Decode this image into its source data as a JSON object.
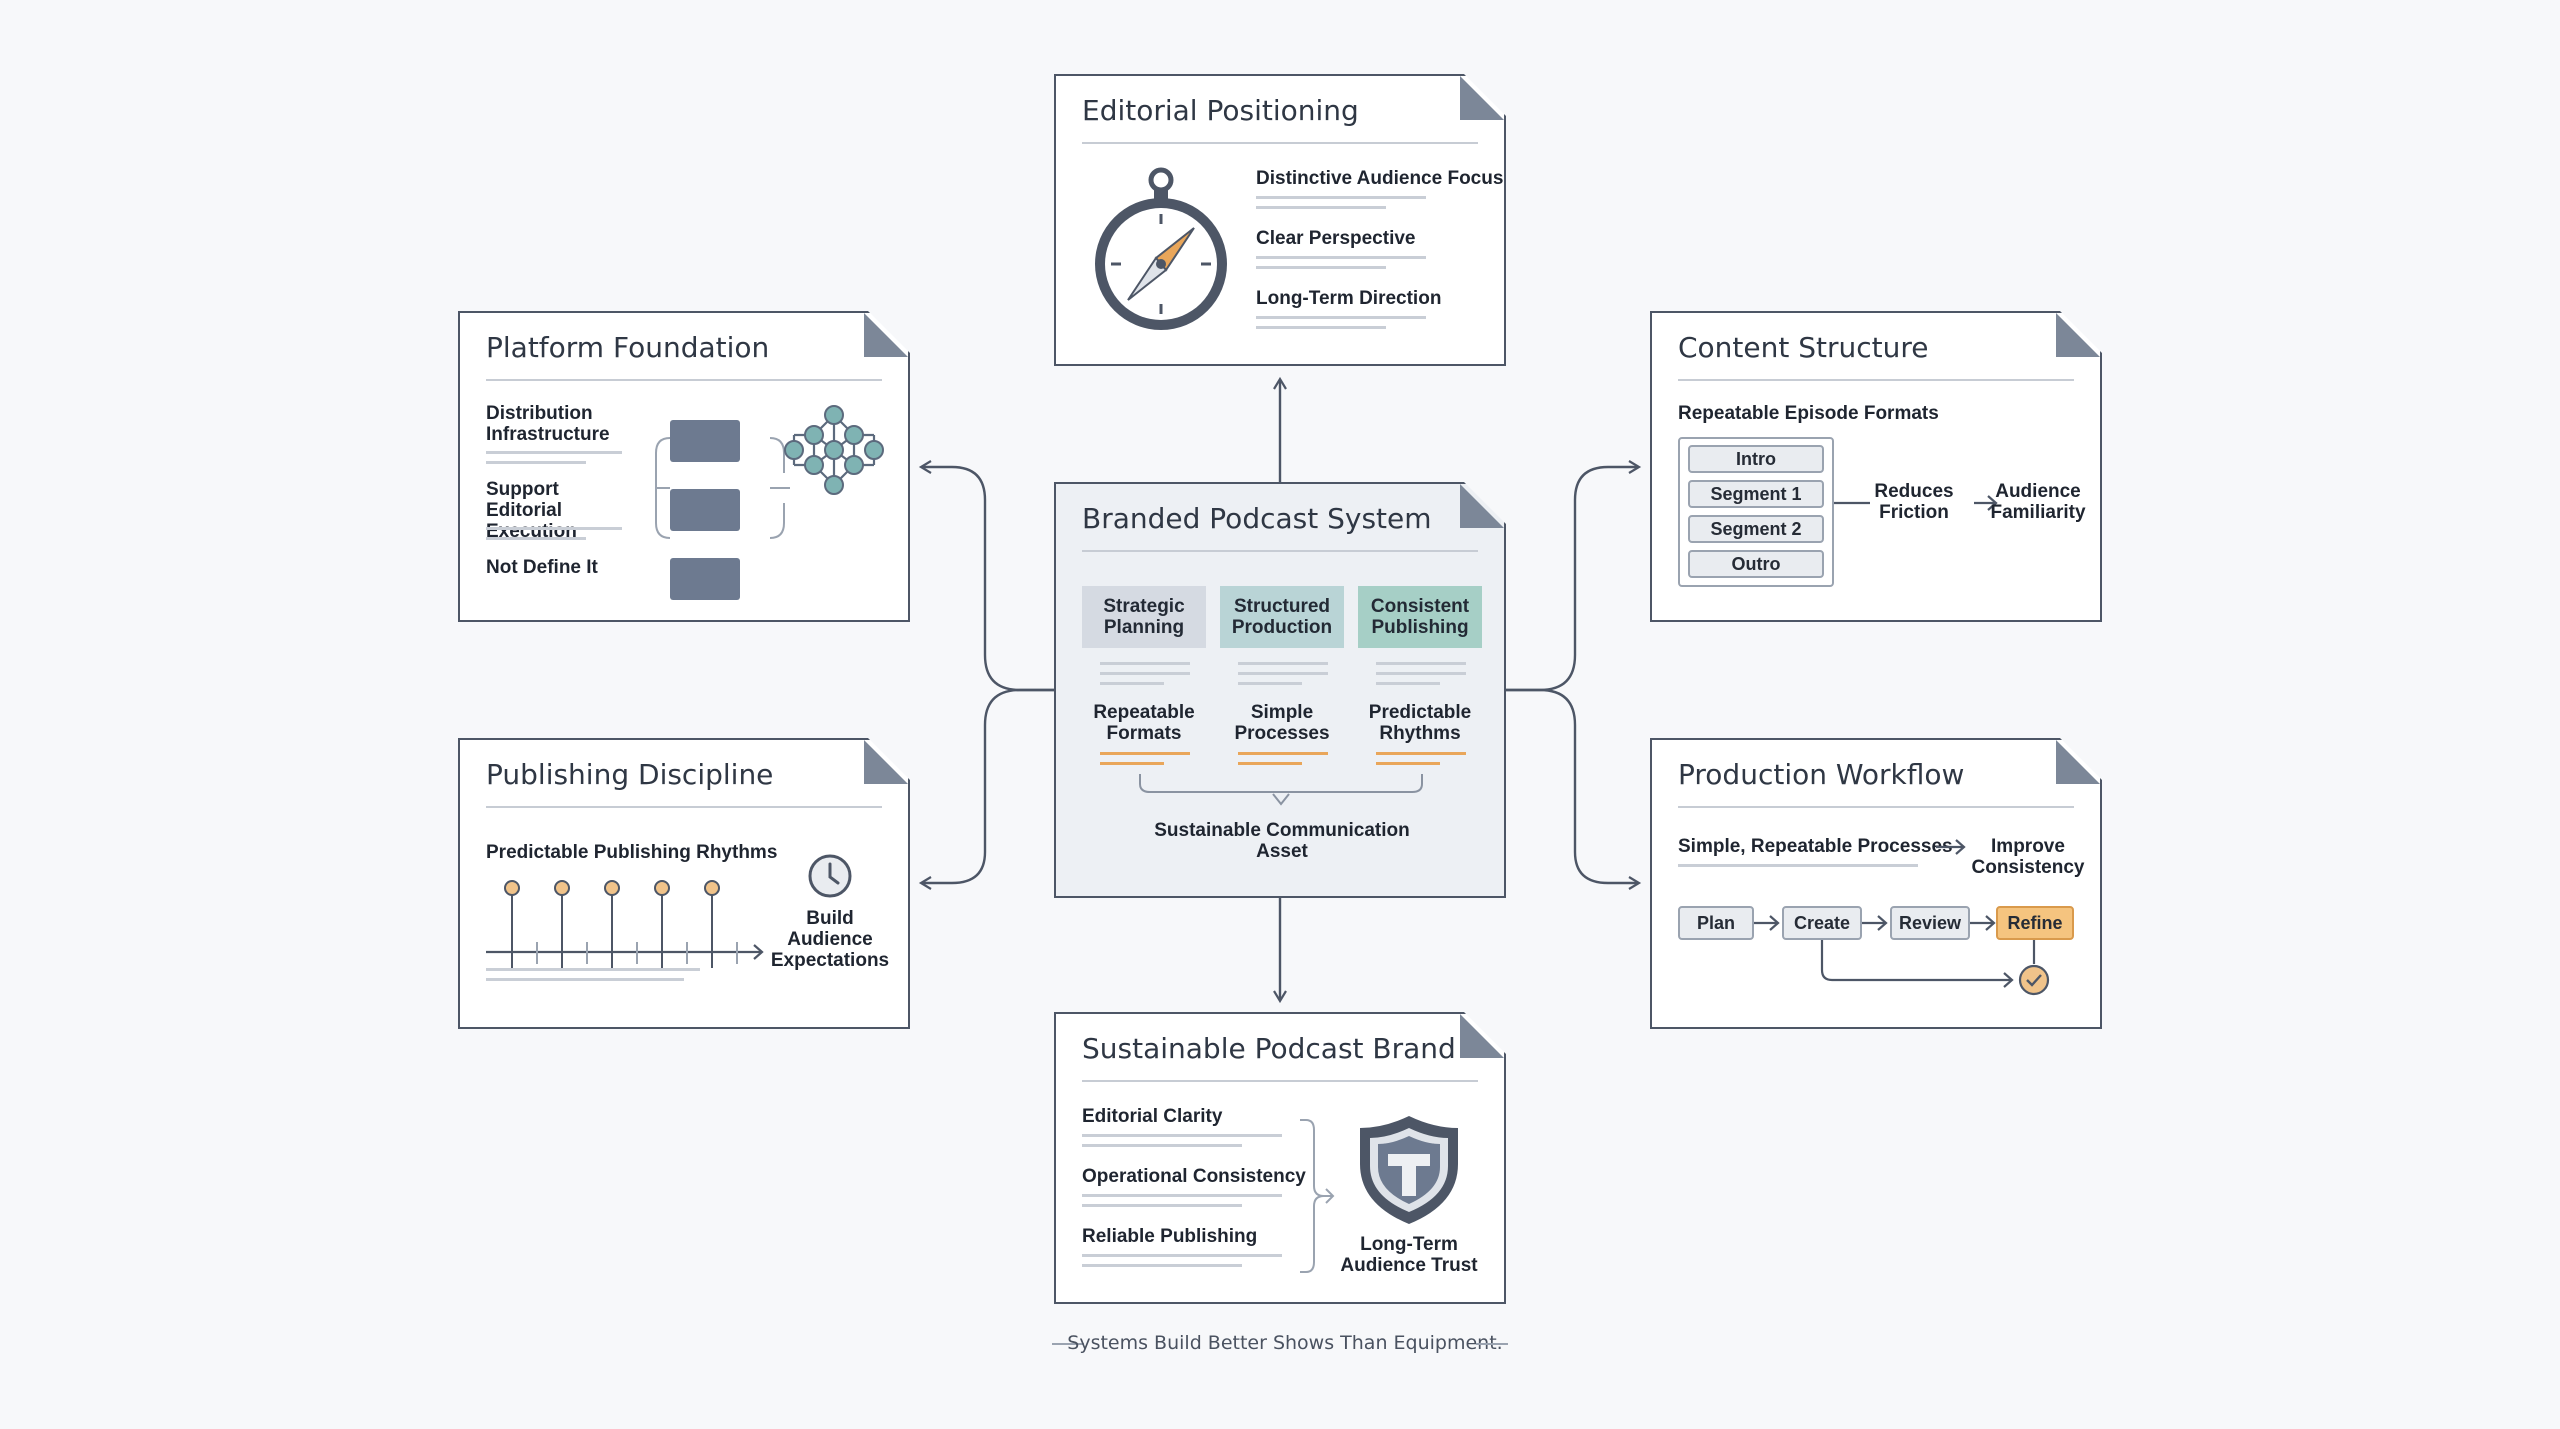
{
  "center": {
    "title": "Branded Podcast System",
    "pillars": [
      {
        "label": "Strategic Planning",
        "outcome": "Repeatable Formats"
      },
      {
        "label": "Structured Production",
        "outcome": "Simple Processes"
      },
      {
        "label": "Consistent Publishing",
        "outcome": "Predictable Rhythms"
      }
    ],
    "result": "Sustainable Communication Asset"
  },
  "editorial": {
    "title": "Editorial Positioning",
    "items": [
      "Distinctive Audience Focus",
      "Clear Perspective",
      "Long-Term Direction"
    ],
    "icon": "compass-icon"
  },
  "platform": {
    "title": "Platform Foundation",
    "items": [
      "Distribution Infrastructure",
      "Support Editorial Execution",
      "Not Define It"
    ],
    "icon": "network-icon"
  },
  "content": {
    "title": "Content Structure",
    "subtitle": "Repeatable Episode Formats",
    "segments": [
      "Intro",
      "Segment 1",
      "Segment 2",
      "Outro"
    ],
    "effect": "Reduces Friction",
    "outcome": "Audience Familiarity"
  },
  "publishing": {
    "title": "Publishing Discipline",
    "subtitle": "Predictable Publishing Rhythms",
    "outcome": "Build Audience Expectations",
    "icon": "clock-icon"
  },
  "workflow": {
    "title": "Production Workflow",
    "subtitle": "Simple, Repeatable Processes",
    "outcome": "Improve Consistency",
    "steps": [
      "Plan",
      "Create",
      "Review",
      "Refine"
    ]
  },
  "brand": {
    "title": "Sustainable Podcast Brand",
    "items": [
      "Editorial Clarity",
      "Operational Consistency",
      "Reliable Publishing"
    ],
    "outcome": "Long-Term Audience Trust",
    "icon": "shield-icon"
  },
  "footer": "Systems Build Better Shows Than Equipment.",
  "colors": {
    "line": "#4d5666",
    "accent": "#e9a65a",
    "teal": "#7fb3b3",
    "slate": "#6d7a90"
  }
}
